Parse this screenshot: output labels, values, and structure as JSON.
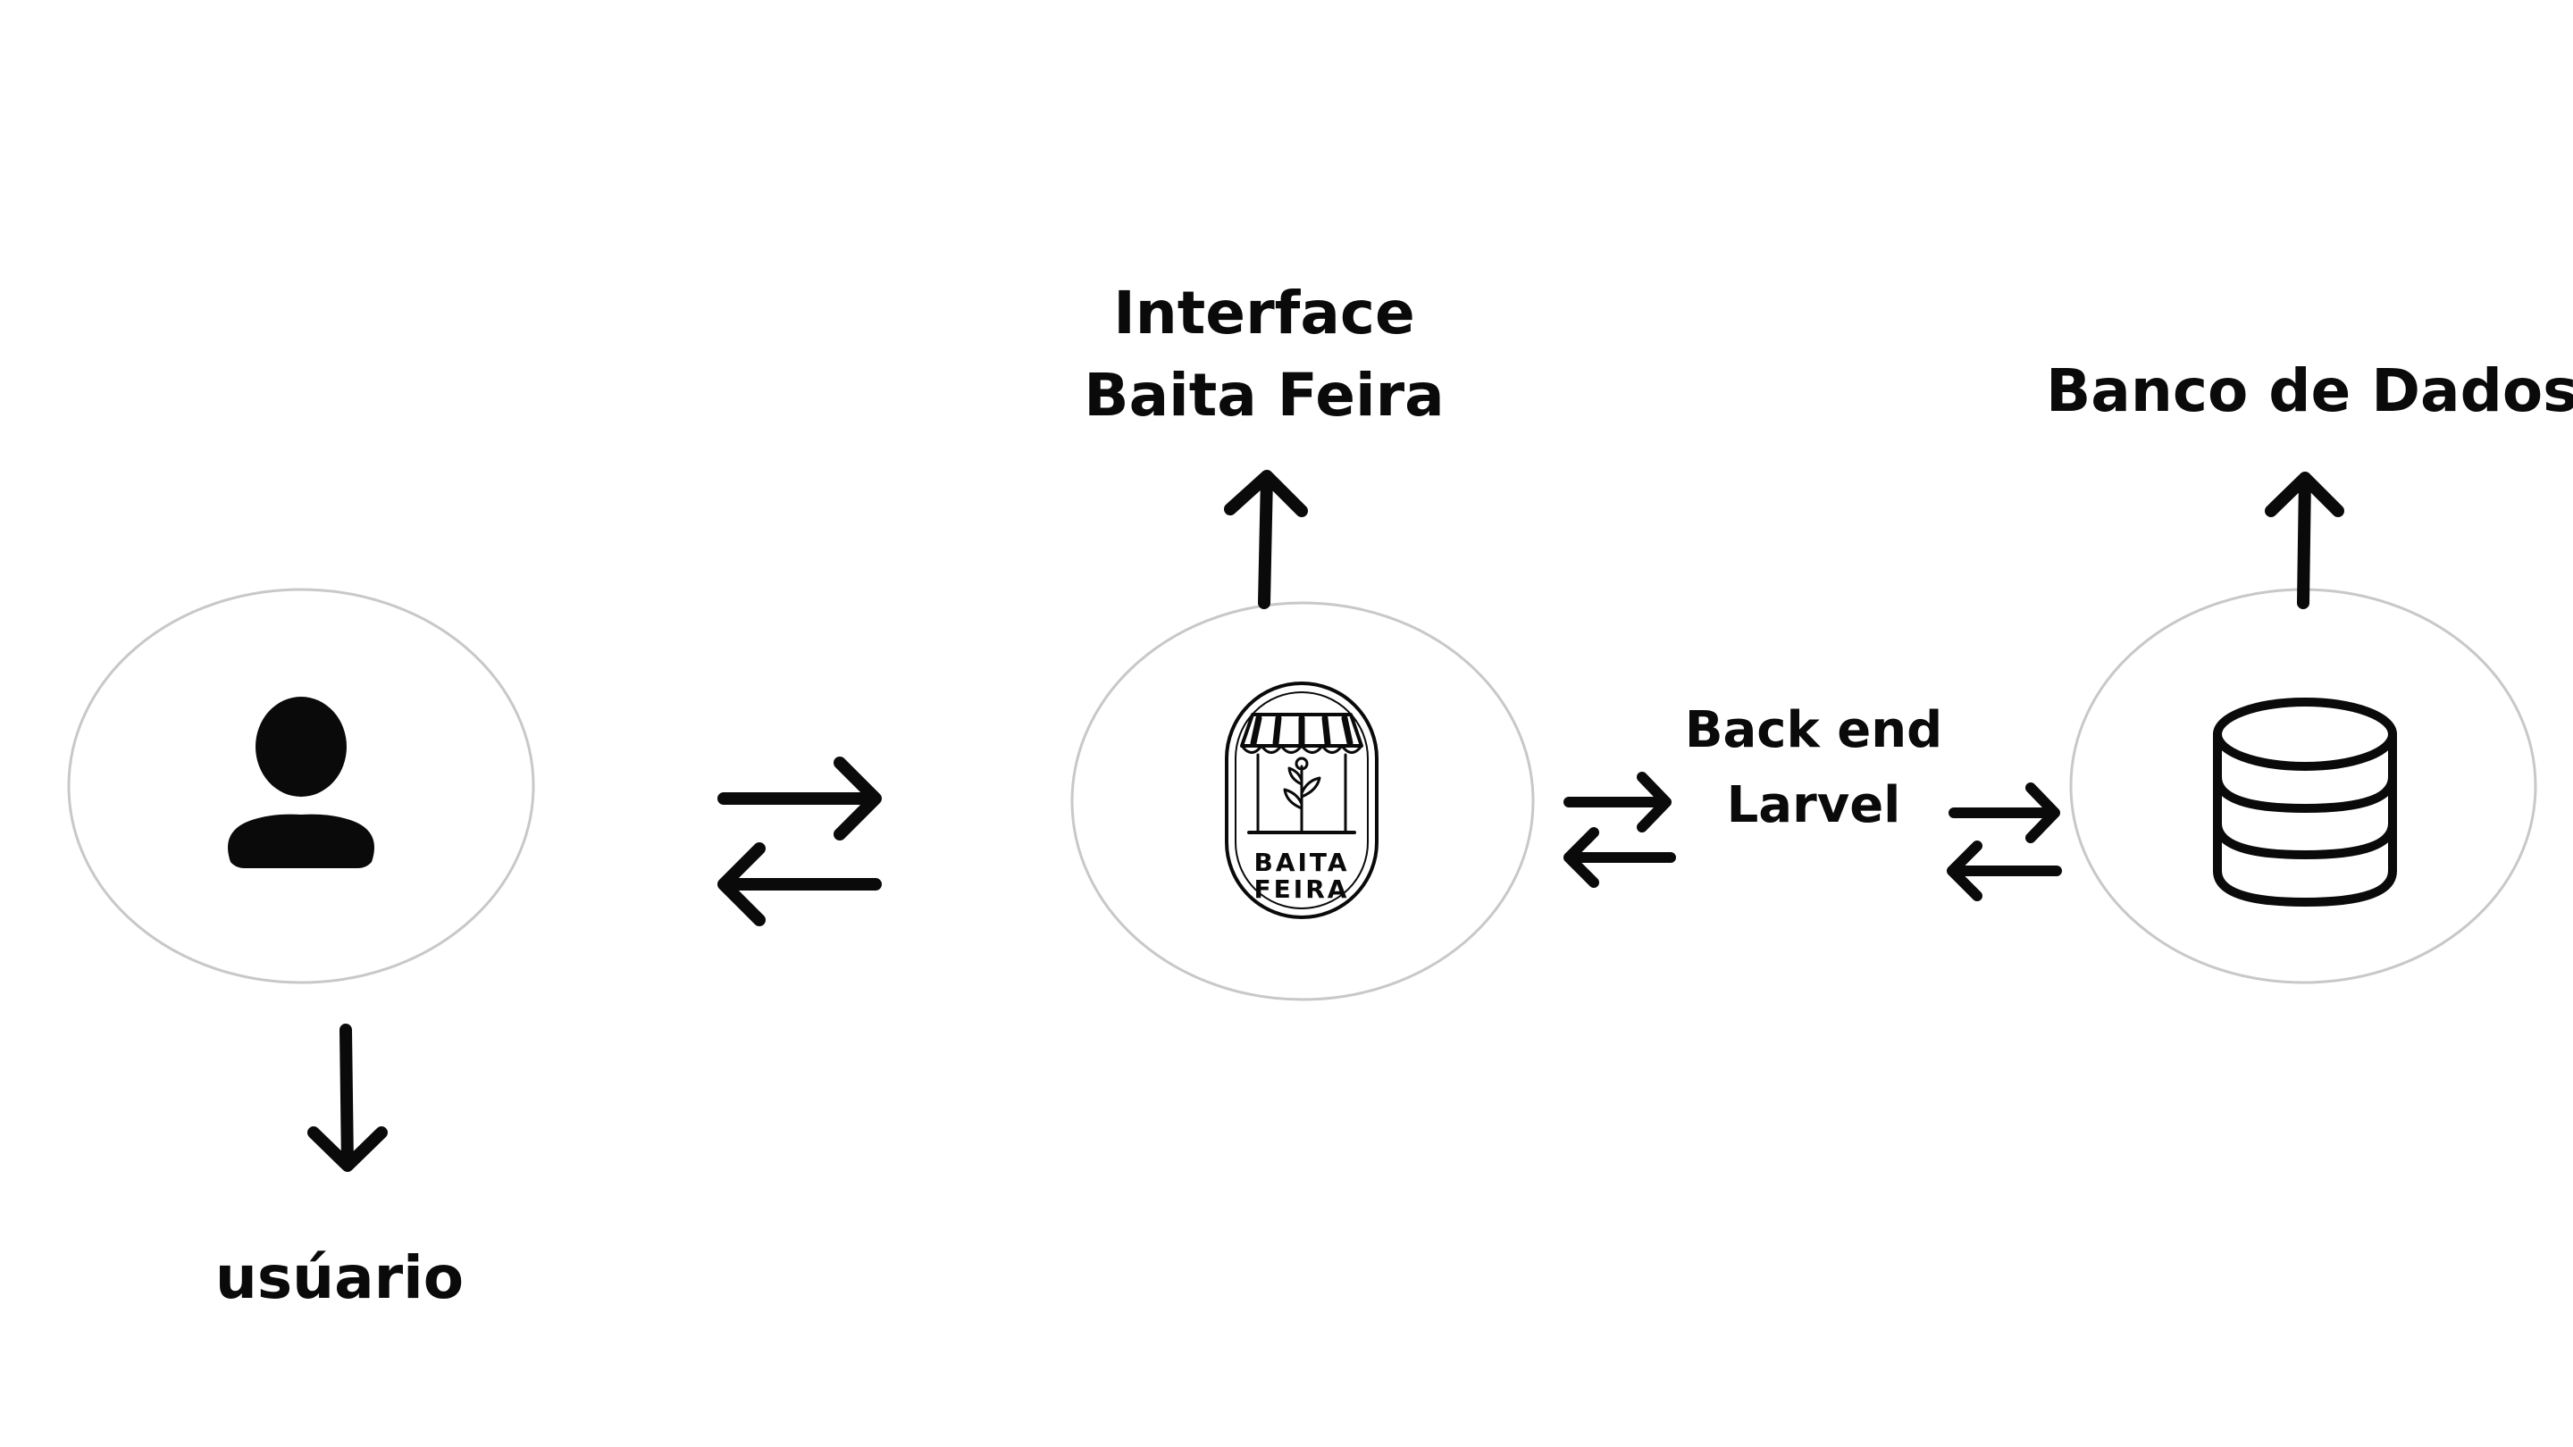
{
  "nodes": {
    "interface": {
      "title_line1": "Interface",
      "title_line2": "Baita Feira",
      "logo_text_line1": "BAITA",
      "logo_text_line2": "FEIRA"
    },
    "backend": {
      "line1": "Back end",
      "line2": "Larvel"
    },
    "database": {
      "title": "Banco de Dados"
    },
    "user": {
      "title": "usúario"
    }
  },
  "icons": {
    "user": "user-icon",
    "store": "baita-feira-logo",
    "database": "database-icon",
    "arrows": "bidirectional-arrows-icon"
  },
  "colors": {
    "foreground": "#0a0a0a",
    "circle_outline": "#c8c8c8",
    "background": "#ffffff"
  }
}
